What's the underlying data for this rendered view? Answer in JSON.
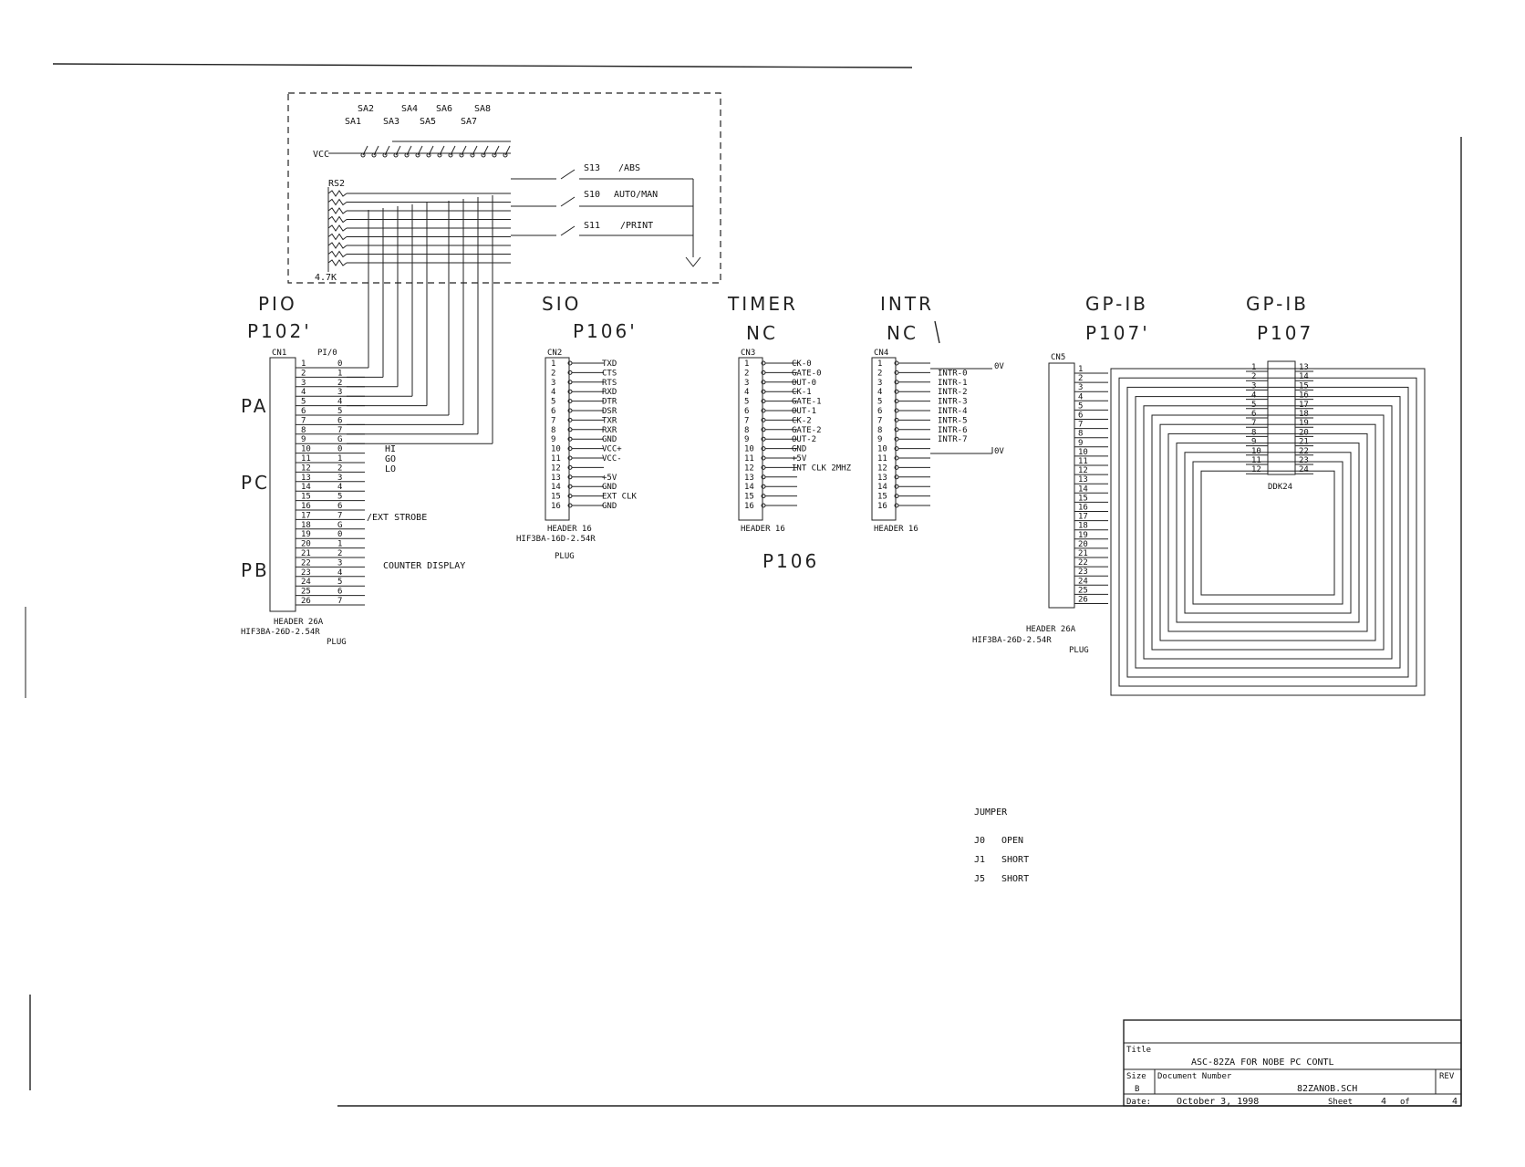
{
  "switch_block": {
    "switches_top": [
      "SA2",
      "SA4",
      "SA6",
      "SA8"
    ],
    "switches_bottom": [
      "SA1",
      "SA3",
      "SA5",
      "SA7"
    ],
    "vcc": "VCC",
    "rn": "RS2",
    "rn_value": "4.7K",
    "s_switches": [
      {
        "id": "S13",
        "fn": "/ABS"
      },
      {
        "id": "S10",
        "fn": "AUTO/MAN"
      },
      {
        "id": "S11",
        "fn": "/PRINT"
      }
    ]
  },
  "headings": {
    "pio": [
      "PIO",
      "P102'"
    ],
    "sio": [
      "SIO",
      "P106'"
    ],
    "timer": [
      "TIMER",
      "NC"
    ],
    "intr": [
      "INTR",
      "NC"
    ],
    "gpib1": [
      "GP-IB",
      "P107'"
    ],
    "gpib2": [
      "GP-IB",
      "P107"
    ]
  },
  "cn1": {
    "ref": "CN1",
    "col": "PI/0",
    "groups": [
      "PA",
      "PC",
      "PB"
    ],
    "pins": [
      "1",
      "2",
      "3",
      "4",
      "5",
      "6",
      "7",
      "8",
      "9",
      "10",
      "11",
      "12",
      "13",
      "14",
      "15",
      "16",
      "17",
      "18",
      "19",
      "20",
      "21",
      "22",
      "23",
      "24",
      "25",
      "26"
    ],
    "bits": [
      "0",
      "1",
      "2",
      "3",
      "4",
      "5",
      "6",
      "7",
      "G",
      "0",
      "1",
      "2",
      "3",
      "4",
      "5",
      "6",
      "7",
      "G",
      "0",
      "1",
      "2",
      "3",
      "4",
      "5",
      "6",
      "7"
    ],
    "notes": [
      "HI",
      "GO",
      "LO",
      "/EXT STROBE",
      "COUNTER DISPLAY"
    ],
    "footer": [
      "HEADER 26A",
      "HIF3BA-26D-2.54R",
      "PLUG"
    ]
  },
  "cn2": {
    "ref": "CN2",
    "pins": [
      "1",
      "2",
      "3",
      "4",
      "5",
      "6",
      "7",
      "8",
      "9",
      "10",
      "11",
      "12",
      "13",
      "14",
      "15",
      "16"
    ],
    "signals": [
      "TXD",
      "CTS",
      "RTS",
      "RXD",
      "DTR",
      "DSR",
      "TXR",
      "RXR",
      "GND",
      "VCC+",
      "VCC-",
      "",
      "+5V",
      "GND",
      "EXT CLK",
      "GND"
    ],
    "footer": [
      "HEADER 16",
      "HIF3BA-16D-2.54R",
      "PLUG"
    ]
  },
  "cn3": {
    "ref": "CN3",
    "pins": [
      "1",
      "2",
      "3",
      "4",
      "5",
      "6",
      "7",
      "8",
      "9",
      "10",
      "11",
      "12",
      "13",
      "14",
      "15",
      "16"
    ],
    "signals": [
      "CK-0",
      "GATE-0",
      "OUT-0",
      "CK-1",
      "GATE-1",
      "OUT-1",
      "CK-2",
      "GATE-2",
      "OUT-2",
      "GND",
      "+5V",
      "INT CLK 2MHZ",
      "",
      "",
      "",
      ""
    ],
    "footer": [
      "HEADER 16"
    ],
    "below": "P106"
  },
  "cn4": {
    "ref": "CN4",
    "pins": [
      "1",
      "2",
      "3",
      "4",
      "5",
      "6",
      "7",
      "8",
      "9",
      "10",
      "11",
      "12",
      "13",
      "14",
      "15",
      "16"
    ],
    "signals": [
      "",
      "INTR-0",
      "INTR-1",
      "INTR-2",
      "INTR-3",
      "INTR-4",
      "INTR-5",
      "INTR-6",
      "INTR-7",
      "",
      "",
      "",
      "",
      "",
      "",
      ""
    ],
    "ov": "0V",
    "footer": [
      "HEADER 16"
    ]
  },
  "cn5": {
    "ref": "CN5",
    "pins": [
      "1",
      "2",
      "3",
      "4",
      "5",
      "6",
      "7",
      "8",
      "9",
      "10",
      "11",
      "12",
      "13",
      "14",
      "15",
      "16",
      "17",
      "18",
      "19",
      "20",
      "21",
      "22",
      "23",
      "24",
      "25",
      "26"
    ],
    "footer": [
      "HEADER 26A",
      "HIF3BA-26D-2.54R",
      "PLUG"
    ]
  },
  "ddk": {
    "ref": "DDK24",
    "left": [
      "1",
      "2",
      "3",
      "4",
      "5",
      "6",
      "7",
      "8",
      "9",
      "10",
      "11",
      "12"
    ],
    "right": [
      "13",
      "14",
      "15",
      "16",
      "17",
      "18",
      "19",
      "20",
      "21",
      "22",
      "23",
      "24"
    ]
  },
  "jumper": {
    "title": "JUMPER",
    "rows": [
      {
        "j": "J0",
        "s": "OPEN"
      },
      {
        "j": "J1",
        "s": "SHORT"
      },
      {
        "j": "J5",
        "s": "SHORT"
      }
    ]
  },
  "title_block": {
    "title_label": "Title",
    "title": "ASC-82ZA FOR NOBE PC CONTL",
    "size_label": "Size",
    "size": "B",
    "docnum_label": "Document Number",
    "docnum": "82ZANOB.SCH",
    "rev_label": "REV",
    "date_label": "Date:",
    "date": "October  3, 1998",
    "sheet_label": "Sheet",
    "sheet": "4",
    "of_label": "of",
    "of": "4"
  }
}
